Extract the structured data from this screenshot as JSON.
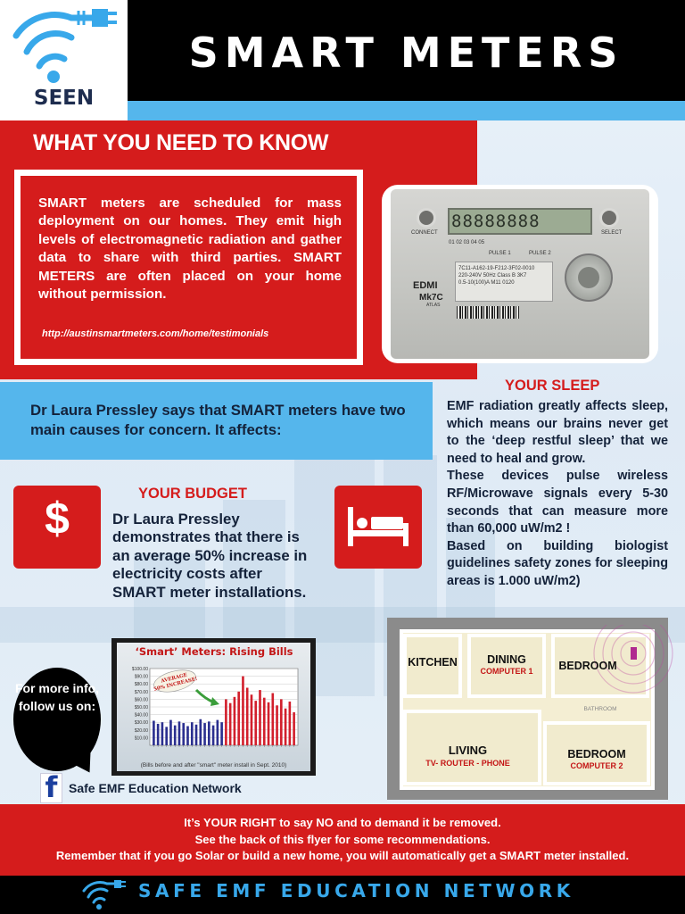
{
  "header": {
    "title": "SMART METERS",
    "logo_text": "SEEN"
  },
  "know": {
    "heading": "WHAT YOU NEED TO KNOW",
    "body": "SMART meters are scheduled for mass deployment on our homes. They emit high levels of electromagnetic radiation and gather data to share with third parties. SMART METERS are often placed on your home without permission.",
    "link": "http://austinsmartmeters.com/home/testimonials"
  },
  "meter_photo": {
    "display": "88888888",
    "connect_label": "CONNECT",
    "select_label": "SELECT",
    "nums": "01 02 03 04 05",
    "pulse1": "PULSE 1",
    "pulse2": "PULSE 2",
    "plate_line1": "7C11-A162-19-F212-3F02-0010",
    "plate_line2": "220-240V 50Hz Class B 3K7",
    "plate_line3": "0.5-10(100)A M11 0120",
    "brand": "EDMI",
    "model": "Mk7C",
    "atlas": "ATLAS"
  },
  "pressley": {
    "text": "Dr Laura Pressley says that SMART meters have two main causes for concern. It affects:"
  },
  "sleep": {
    "heading": "YOUR SLEEP",
    "body": "EMF radiation greatly affects sleep, which means our brains never get to the ‘deep restful sleep’ that we need to heal and grow.\nThese devices pulse wireless RF/Microwave signals every 5-30 seconds that can measure more than 60,000 uW/m2 !\nBased on building biologist guidelines safety zones for sleeping areas is 1.000 uW/m2)"
  },
  "budget": {
    "icon_glyph": "$",
    "heading": "YOUR BUDGET",
    "body": "Dr Laura Pressley demonstrates that there is an average 50% increase in electricity costs after SMART meter installations."
  },
  "chart_data": {
    "type": "bar",
    "title": "‘Smart’ Meters: Rising Bills",
    "annotation": "AVERAGE 50% INCREASE!",
    "caption": "(Bills before and after \"smart\" meter install in Sept. 2010)",
    "y_ticks": [
      "$100.00",
      "$90.00",
      "$80.00",
      "$70.00",
      "$60.00",
      "$50.00",
      "$40.00",
      "$30.00",
      "$20.00",
      "$10.00"
    ],
    "ylim": [
      0,
      100
    ],
    "series": [
      {
        "values": [
          32,
          28,
          30,
          24,
          33,
          26,
          31,
          29,
          25,
          30,
          27,
          34,
          29,
          31,
          26,
          33,
          30
        ]
      },
      {
        "values": [
          60,
          55,
          63,
          70,
          90,
          75,
          66,
          58,
          72,
          62,
          56,
          68,
          52,
          60,
          48,
          57,
          43
        ]
      }
    ],
    "colors": {
      "before": "#2b2f8f",
      "after": "#d21f2c"
    }
  },
  "info": {
    "text": "For more info, follow us on:"
  },
  "facebook": {
    "glyph": "f",
    "label": "Safe EMF Education Network"
  },
  "floorplan": {
    "kitchen": "KITCHEN",
    "dining": "DINING",
    "dining_sub": "COMPUTER 1",
    "bedroom1": "BEDROOM",
    "bath": "BATHROOM",
    "living": "LIVING",
    "living_sub": "TV- ROUTER - PHONE",
    "bedroom2": "BEDROOM",
    "bedroom2_sub": "COMPUTER 2"
  },
  "bottom": {
    "line1": "It’s YOUR RIGHT to say NO and to demand it be removed.",
    "line2": "See the back of this flyer for some recommendations.",
    "line3": "Remember that if you go Solar or build a new home, you will automatically get a SMART meter installed."
  },
  "footer": {
    "text": "SAFE EMF EDUCATION NETWORK"
  },
  "colors": {
    "red": "#d51c1c",
    "blue": "#55b6ec",
    "navy": "#14223a",
    "footer_blue": "#38a8ea"
  }
}
